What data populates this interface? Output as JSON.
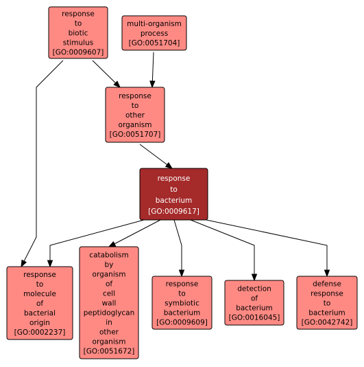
{
  "colors": {
    "node_fill": "#ff8a84",
    "focus_fill": "#a52a2a",
    "node_text": "#000000",
    "focus_text": "#ffffff",
    "edge": "#000000"
  },
  "nodes": [
    {
      "id": "n_biotic",
      "lines": [
        "response",
        "to",
        "biotic",
        "stimulus",
        "[GO:0009607]"
      ],
      "focus": false
    },
    {
      "id": "n_multiorg",
      "lines": [
        "multi-organism",
        "process",
        "[GO:0051704]"
      ],
      "focus": false
    },
    {
      "id": "n_other",
      "lines": [
        "response",
        "to",
        "other",
        "organism",
        "[GO:0051707]"
      ],
      "focus": false
    },
    {
      "id": "n_bacterium",
      "lines": [
        "response",
        "to",
        "bacterium",
        "[GO:0009617]"
      ],
      "focus": true
    },
    {
      "id": "n_molecule",
      "lines": [
        "response",
        "to",
        "molecule",
        "of",
        "bacterial",
        "origin",
        "[GO:0002237]"
      ],
      "focus": false
    },
    {
      "id": "n_catabolism",
      "lines": [
        "catabolism",
        "by",
        "organism",
        "of",
        "cell",
        "wall",
        "peptidoglycan",
        "in",
        "other",
        "organism",
        "[GO:0051672]"
      ],
      "focus": false
    },
    {
      "id": "n_symbiotic",
      "lines": [
        "response",
        "to",
        "symbiotic",
        "bacterium",
        "[GO:0009609]"
      ],
      "focus": false
    },
    {
      "id": "n_detection",
      "lines": [
        "detection",
        "of",
        "bacterium",
        "[GO:0016045]"
      ],
      "focus": false
    },
    {
      "id": "n_defense",
      "lines": [
        "defense",
        "response",
        "to",
        "bacterium",
        "[GO:0042742]"
      ],
      "focus": false
    }
  ],
  "edges": [
    {
      "from": "n_biotic",
      "to": "n_other"
    },
    {
      "from": "n_biotic",
      "to": "n_molecule"
    },
    {
      "from": "n_multiorg",
      "to": "n_other"
    },
    {
      "from": "n_other",
      "to": "n_bacterium"
    },
    {
      "from": "n_bacterium",
      "to": "n_molecule"
    },
    {
      "from": "n_bacterium",
      "to": "n_catabolism"
    },
    {
      "from": "n_bacterium",
      "to": "n_symbiotic"
    },
    {
      "from": "n_bacterium",
      "to": "n_detection"
    },
    {
      "from": "n_bacterium",
      "to": "n_defense"
    }
  ]
}
